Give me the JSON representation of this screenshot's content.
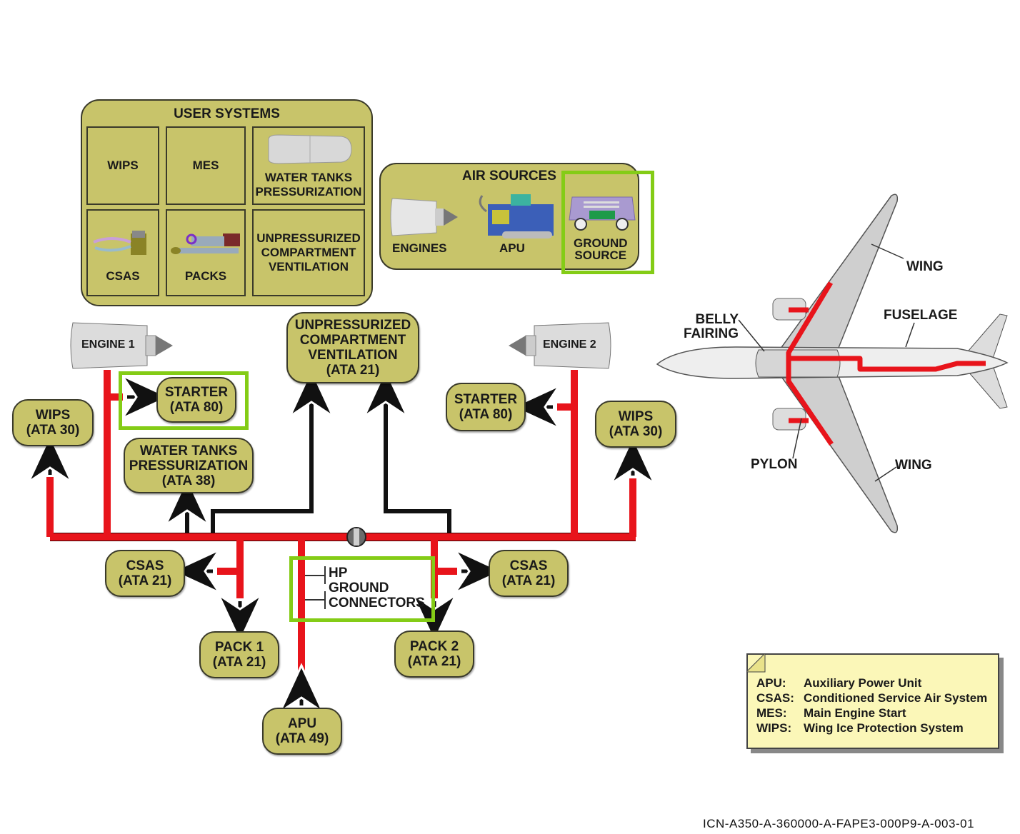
{
  "diagram": {
    "document_code": "ICN-A350-A-360000-A-FAPE3-000P9-A-003-01",
    "colors": {
      "box_fill": "#c8c46a",
      "duct_red": "#e8141b",
      "highlight_green": "#84cc16",
      "legend_fill": "#fbf7b8"
    },
    "user_systems": {
      "title": "USER SYSTEMS",
      "cells": [
        {
          "label": "WIPS"
        },
        {
          "label": "MES"
        },
        {
          "label": "WATER TANKS\nPRESSURIZATION"
        },
        {
          "label": "CSAS"
        },
        {
          "label": "PACKS"
        },
        {
          "label": "UNPRESSURIZED\nCOMPARTMENT\nVENTILATION"
        }
      ]
    },
    "air_sources": {
      "title": "AIR SOURCES",
      "items": [
        {
          "label": "ENGINES"
        },
        {
          "label": "APU"
        },
        {
          "label": "GROUND\nSOURCE",
          "highlighted": true
        }
      ]
    },
    "schematic": {
      "engine1": "ENGINE 1",
      "engine2": "ENGINE 2",
      "starter_left": "STARTER\n(ATA 80)",
      "starter_right": "STARTER\n(ATA 80)",
      "wips_left": "WIPS\n(ATA 30)",
      "wips_right": "WIPS\n(ATA 30)",
      "water_tanks": "WATER TANKS\nPRESSURIZATION\n(ATA 38)",
      "unpressurized": "UNPRESSURIZED\nCOMPARTMENT\nVENTILATION\n(ATA 21)",
      "csas_left": "CSAS\n(ATA 21)",
      "csas_right": "CSAS\n(ATA 21)",
      "pack1": "PACK 1\n(ATA 21)",
      "pack2": "PACK 2\n(ATA 21)",
      "apu": "APU\n(ATA 49)",
      "hp_ground": "HP\nGROUND\nCONNECTORS"
    },
    "aircraft": {
      "labels": {
        "wing_top": "WING",
        "wing_bottom": "WING",
        "fuselage": "FUSELAGE",
        "belly_fairing": "BELLY\nFAIRING",
        "pylon": "PYLON"
      }
    },
    "legend": [
      {
        "abbr": "APU:",
        "meaning": "Auxiliary Power Unit"
      },
      {
        "abbr": "CSAS:",
        "meaning": "Conditioned Service Air System"
      },
      {
        "abbr": "MES:",
        "meaning": "Main Engine Start"
      },
      {
        "abbr": "WIPS:",
        "meaning": "Wing Ice Protection System"
      }
    ]
  }
}
